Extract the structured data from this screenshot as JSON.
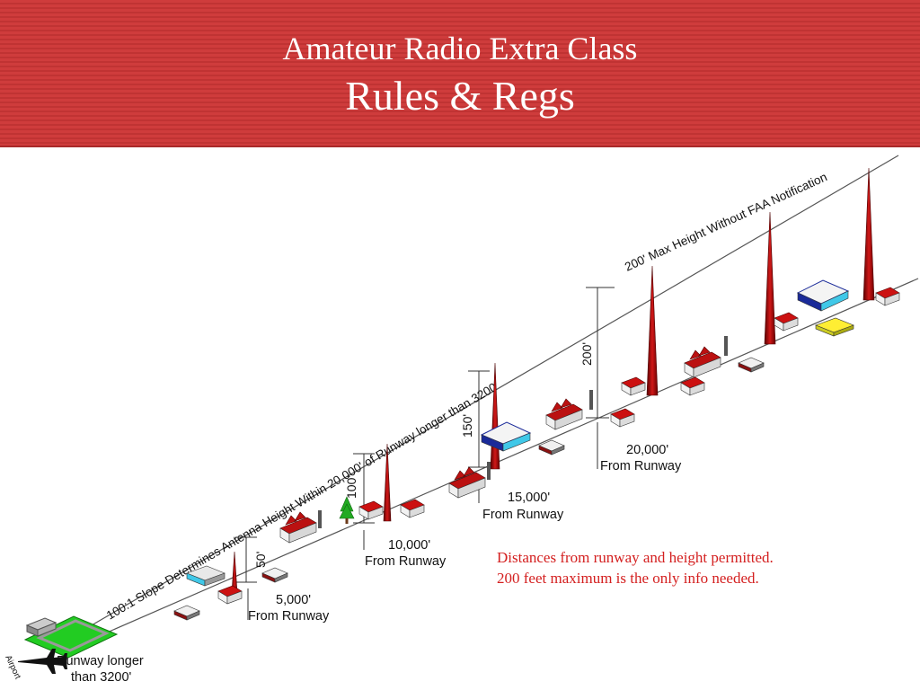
{
  "header": {
    "title": "Amateur Radio Extra Class",
    "subtitle": "Rules & Regs"
  },
  "diagram": {
    "slope_label": "100:1 Slope Determines Antenna Height Within 20,000' of Runway longer than 3200'",
    "max_label": "200' Max Height Without FAA Notification",
    "runway_label_line1": "Runway longer",
    "runway_label_line2": "than 3200'",
    "airport_label": "Airport",
    "heights": [
      "50'",
      "100'",
      "150'",
      "200'"
    ],
    "distances": [
      {
        "value": "5,000'",
        "unit": "From Runway"
      },
      {
        "value": "10,000'",
        "unit": "From Runway"
      },
      {
        "value": "15,000'",
        "unit": "From Runway"
      },
      {
        "value": "20,000'",
        "unit": "From Runway"
      }
    ]
  },
  "notes": {
    "line1": "Distances from runway and height permitted.",
    "line2": "200 feet maximum is the only info needed."
  }
}
